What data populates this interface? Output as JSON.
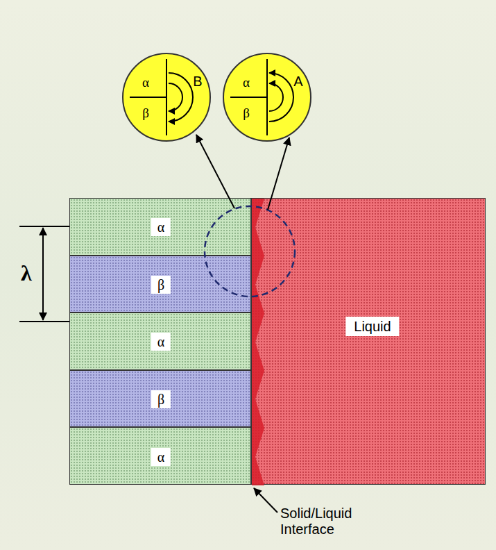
{
  "diagram": {
    "nodes": [
      {
        "text": [
          "α",
          "β",
          "B"
        ]
      },
      {
        "text": [
          "α",
          "β",
          "A"
        ]
      },
      {
        "text": [
          "α"
        ]
      },
      {
        "text": [
          "β"
        ]
      },
      {
        "text": [
          "α"
        ]
      },
      {
        "text": [
          "β"
        ]
      },
      {
        "text": [
          "α"
        ]
      },
      {
        "text": [
          "Liquid"
        ]
      }
    ],
    "labels": [
      "λ",
      "Solid/Liquid Interface"
    ]
  }
}
